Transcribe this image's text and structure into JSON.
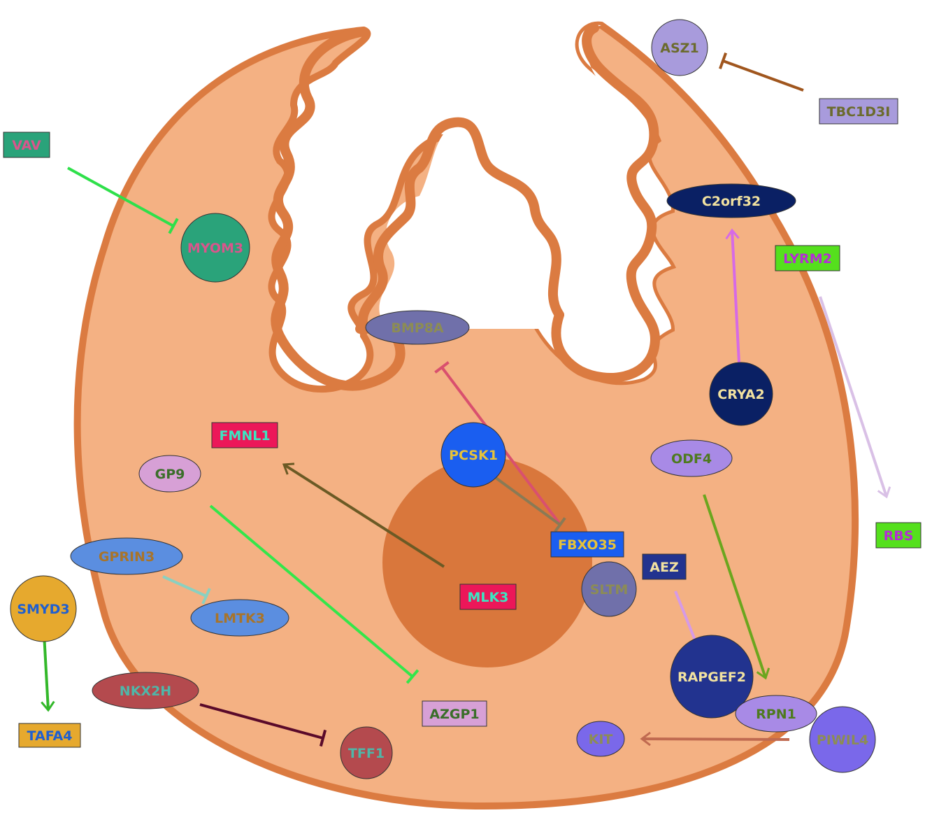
{
  "colors": {
    "cytoplasm": "#f4b183",
    "membrane": "#db7b41",
    "nucleus": "#d9773c",
    "inner_fill": "#ffffff"
  },
  "nodes": {
    "ASZ1": {
      "label": "ASZ1",
      "shape": "circle",
      "fill": "#a89bdc",
      "text": "#6b6b2d"
    },
    "TBC1D3I": {
      "label": "TBC1D3I",
      "shape": "rect",
      "fill": "#a89bdc",
      "text": "#6b6b2d"
    },
    "VAV": {
      "label": "VAV",
      "shape": "rect",
      "fill": "#2aa37a",
      "text": "#d9558c"
    },
    "MYOM3": {
      "label": "MYOM3",
      "shape": "circle",
      "fill": "#2aa37a",
      "text": "#d9558c"
    },
    "C2orf32": {
      "label": "C2orf32",
      "shape": "ellipse",
      "fill": "#0a2064",
      "text": "#f2e2a0"
    },
    "LYRM2": {
      "label": "LYRM2",
      "shape": "rect",
      "fill": "#55e01d",
      "text": "#b62cd6"
    },
    "BMP8A": {
      "label": "BMP8A",
      "shape": "ellipse",
      "fill": "#7070aa",
      "text": "#8c8c55"
    },
    "CRYA2": {
      "label": "CRYA2",
      "shape": "circle",
      "fill": "#0a2064",
      "text": "#f2e2a0"
    },
    "FMNL1": {
      "label": "FMNL1",
      "shape": "rect",
      "fill": "#ec1759",
      "text": "#3be6c2"
    },
    "PCSK1": {
      "label": "PCSK1",
      "shape": "circle",
      "fill": "#1a5ef0",
      "text": "#e6c23a"
    },
    "ODF4": {
      "label": "ODF4",
      "shape": "ellipse",
      "fill": "#a88ae6",
      "text": "#4e7a1e"
    },
    "GP9": {
      "label": "GP9",
      "shape": "ellipse",
      "fill": "#d7a0d6",
      "text": "#3a6e2a"
    },
    "RBS": {
      "label": "RBS",
      "shape": "rect",
      "fill": "#55e01d",
      "text": "#b62cd6"
    },
    "FBXO35": {
      "label": "FBXO35",
      "shape": "rect",
      "fill": "#1a5ef0",
      "text": "#e6c23a"
    },
    "GPRIN3": {
      "label": "GPRIN3",
      "shape": "ellipse",
      "fill": "#5b8ee0",
      "text": "#a8742a"
    },
    "AEZ": {
      "label": "AEZ",
      "shape": "rect",
      "fill": "#22338f",
      "text": "#f2e2a0"
    },
    "SLTM": {
      "label": "SLTM",
      "shape": "circle",
      "fill": "#7070aa",
      "text": "#8c8c55"
    },
    "MLK3": {
      "label": "MLK3",
      "shape": "rect",
      "fill": "#ec1759",
      "text": "#3be6c2"
    },
    "SMYD3": {
      "label": "SMYD3",
      "shape": "circle",
      "fill": "#e6a92e",
      "text": "#1f5fd0"
    },
    "LMTK3": {
      "label": "LMTK3",
      "shape": "ellipse",
      "fill": "#5b8ee0",
      "text": "#a8742a"
    },
    "RAPGEF2": {
      "label": "RAPGEF2",
      "shape": "circle",
      "fill": "#22338f",
      "text": "#f2e2a0"
    },
    "NKX2H": {
      "label": "NKX2H",
      "shape": "ellipse",
      "fill": "#b44a4e",
      "text": "#4fb6a8"
    },
    "AZGP1": {
      "label": "AZGP1",
      "shape": "rect",
      "fill": "#d7a0d6",
      "text": "#3a6e2a"
    },
    "RPN1": {
      "label": "RPN1",
      "shape": "ellipse",
      "fill": "#a88ae6",
      "text": "#4e7a1e"
    },
    "TAFA4": {
      "label": "TAFA4",
      "shape": "rect",
      "fill": "#e6a92e",
      "text": "#1f5fd0"
    },
    "TFF1": {
      "label": "TFF1",
      "shape": "circle",
      "fill": "#b44a4e",
      "text": "#4fb6a8"
    },
    "KIT": {
      "label": "KIT",
      "shape": "ellipse",
      "fill": "#7a68ea",
      "text": "#8c8c55"
    },
    "PIWIL4": {
      "label": "PIWIL4",
      "shape": "circle",
      "fill": "#7a68ea",
      "text": "#8c8c55"
    }
  },
  "edges": [
    {
      "from": "TBC1D3I",
      "to": "ASZ1",
      "type": "inhibit",
      "color": "#a0561e"
    },
    {
      "from": "VAV",
      "to": "MYOM3",
      "type": "inhibit",
      "color": "#2ee04a"
    },
    {
      "from": "CRYA2",
      "to": "C2orf32",
      "type": "activate",
      "color": "#d66ae6"
    },
    {
      "from": "LYRM2",
      "to": "RBS",
      "type": "activate",
      "color": "#d9c0e6"
    },
    {
      "from": "FBXO35",
      "to": "BMP8A",
      "type": "inhibit",
      "color": "#d9506e"
    },
    {
      "from": "PCSK1",
      "to": "FBXO35",
      "type": "inhibit",
      "color": "#8a7a55"
    },
    {
      "from": "MLK3",
      "to": "FMNL1",
      "type": "activate",
      "color": "#6b5a25"
    },
    {
      "from": "GP9",
      "to": "AZGP1",
      "type": "inhibit",
      "color": "#33e64a"
    },
    {
      "from": "GPRIN3",
      "to": "LMTK3",
      "type": "inhibit",
      "color": "#8ad0c0"
    },
    {
      "from": "ODF4",
      "to": "RAPGEF2",
      "type": "activate",
      "color": "#6ba61e"
    },
    {
      "from": "AEZ",
      "to": "RAPGEF2",
      "type": "activate",
      "color": "#d69ae6"
    },
    {
      "from": "SMYD3",
      "to": "TAFA4",
      "type": "activate",
      "color": "#33b82a"
    },
    {
      "from": "NKX2H",
      "to": "TFF1",
      "type": "inhibit",
      "color": "#5a0a2a"
    },
    {
      "from": "RPN1",
      "to": "KIT",
      "type": "activate",
      "color": "#c06a50"
    }
  ]
}
